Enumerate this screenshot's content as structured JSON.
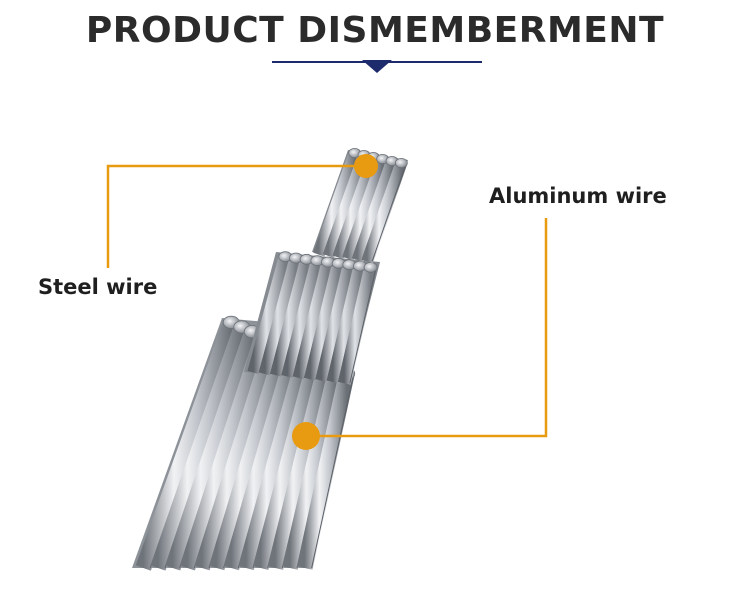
{
  "header": {
    "title": "PRODUCT DISMEMBERMENT"
  },
  "labels": {
    "steel": "Steel wire",
    "aluminum": "Aluminum wire"
  },
  "colors": {
    "title": "#2b2b2b",
    "rule": "#1d2a6b",
    "callout": "#e89a10",
    "wire_light": "#e6e8ec",
    "wire_dark": "#7d8289"
  }
}
